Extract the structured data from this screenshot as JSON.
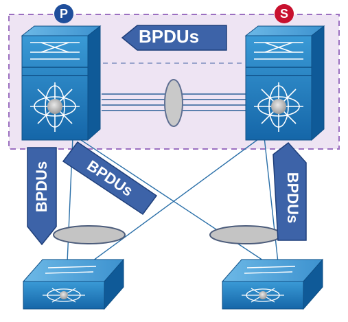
{
  "badges": {
    "primary_letter": "P",
    "secondary_letter": "S",
    "primary_color": "#1f4e9b",
    "secondary_color": "#c8102e"
  },
  "arrows": {
    "top_label": "BPDUs",
    "left_label": "BPDUs",
    "middle_label": "BPDUs",
    "right_label": "BPDUs",
    "fill_color": "#3d63a8"
  },
  "colors": {
    "vpc_domain_fill": "#eee4f3",
    "vpc_domain_border": "#9b6fc0",
    "switch_blue": "#1f7fc0",
    "link_line": "#2a6fa8",
    "port_channel": "#c4c4c4"
  },
  "icons": {
    "core_switch": "nexus-core-switch-icon",
    "access_switch": "access-switch-icon"
  }
}
